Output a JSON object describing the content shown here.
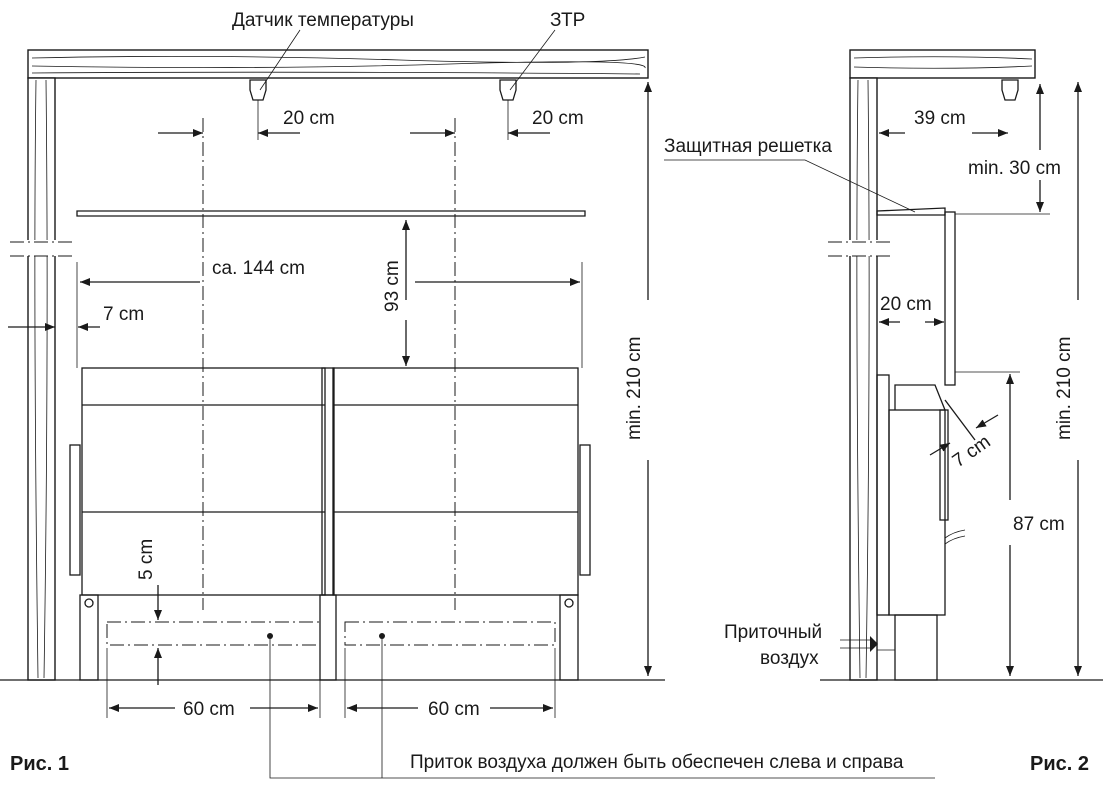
{
  "fig1": {
    "caption": "Рис. 1",
    "sensor_label": "Датчик температуры",
    "ztr_label": "ЗТР",
    "dim_sensor_left": "20 cm",
    "dim_sensor_right": "20 cm",
    "dim_width": "ca. 144 cm",
    "dim_grate_height": "93 cm",
    "dim_wall": "7 cm",
    "dim_total_height": "min. 210 cm",
    "dim_floor": "5 cm",
    "dim_intake_left": "60 cm",
    "dim_intake_right": "60 cm",
    "note": "Приток воздуха должен быть обеспечен слева и справа"
  },
  "fig2": {
    "caption": "Рис. 2",
    "grate_label": "Защитная решетка",
    "dim_sensor": "39 cm",
    "dim_ceiling": "min. 30 cm",
    "dim_wall": "20 cm",
    "dim_grate_gap": "7 cm",
    "dim_heater_height": "87 cm",
    "dim_total_height": "min. 210 cm",
    "air_label_1": "Приточный",
    "air_label_2": "воздух"
  }
}
